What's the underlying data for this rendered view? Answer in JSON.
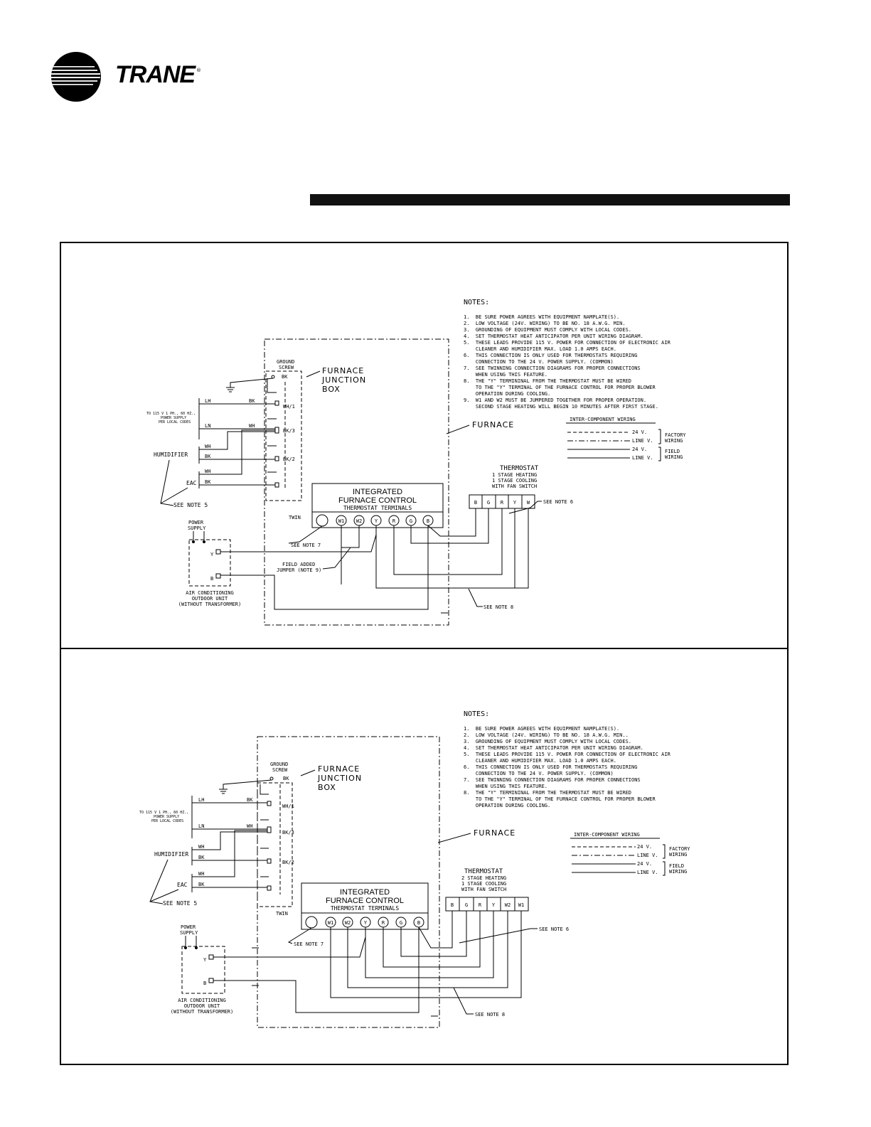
{
  "brand": {
    "name": "TRANE",
    "registered": "®"
  },
  "notes_title": "NOTES:",
  "diagram1": {
    "notes": [
      "1.  BE SURE POWER AGREES WITH EQUIPMENT NAMPLATE(S).",
      "2.  LOW VOLTAGE (24V. WIRING) TO BE NO. 18 A.W.G. MIN.",
      "3.  GROUNDING OF EQUIPMENT MUST COMPLY WITH LOCAL CODES.",
      "4.  SET THERMOSTAT HEAT ANTICIPATOR PER UNIT WIRING DIAGRAM.",
      "5.  THESE LEADS PROVIDE 115 V. POWER FOR CONNECTION OF ELECTRONIC AIR",
      "    CLEANER AND HUMIDIFIER MAX. LOAD 1.0 AMPS EACH.",
      "6.  THIS CONNECTION IS ONLY USED FOR THERMOSTATS REQUIRING",
      "    CONNECTION TO THE 24 V. POWER SUPPLY. (COMMON)",
      "7.  SEE TWINNING CONNECTION DIAGRAMS FOR PROPER CONNECTIONS",
      "    WHEN USING THIS FEATURE.",
      "8.  THE \"Y\" TERMININAL FROM THE THERMOSTAT MUST BE WIRED",
      "    TO THE \"Y\" TERMINAL OF THE FURNACE CONTROL FOR PROPER BLOWER",
      "    OPERATION DURING COOLING.",
      "9.  W1 AND W2 MUST BE JUMPERED TOGETHER FOR PROPER OPERATION.",
      "    SECOND STAGE HEATING WILL BEGIN 10 MINUTES AFTER FIRST STAGE."
    ],
    "thermostat": [
      "THERMOSTAT",
      "1 STAGE HEATING",
      "1 STAGE COOLING",
      "WITH FAN SWITCH"
    ],
    "thermostat_terminals": [
      "B",
      "G",
      "R",
      "Y",
      "W"
    ],
    "field_jumper": [
      "FIELD ADDED",
      "JUMPER (NOTE 9)"
    ]
  },
  "diagram2": {
    "notes": [
      "1.  BE SURE POWER AGREES WITH EQUIPMENT NAMPLATE(S).",
      "2.  LOW VOLTAGE (24V. WIRING) TO BE NO. 18 A.W.G. MIN..",
      "3.  GROUNDING OF EQUIPMENT MUST COMPLY WITH LOCAL CODES.",
      "4.  SET THERMOSTAT HEAT ANTICIPATOR PER UNIT WIRING DIAGRAM.",
      "5.  THESE LEADS PROVIDE 115 V. POWER FOR CONNECTION OF ELECTRONIC AIR",
      "    CLEANER AND HUMIDIFIER MAX. LOAD 1.0 AMPS EACH.",
      "6.  THIS CONNECTION IS ONLY USED FOR THERMOSTATS REQUIRING",
      "    CONNECTION TO THE 24 V. POWER SUPPLY. (COMMON)",
      "7.  SEE TWINNING CONNECTION DIAGRAMS FOR PROPER CONNECTIONS",
      "    WHEN USING THIS FEATURE.",
      "8.  THE \"Y\" TERMININAL FROM THE THERMOSTAT MUST BE WIRED",
      "    TO THE \"Y\" TERMINAL OF THE FURNACE CONTROL FOR PROPER BLOWER",
      "    OPERATION DURING COOLING."
    ],
    "thermostat": [
      "THERMOSTAT",
      "2 STAGE HEATING",
      "1 STAGE COOLING",
      "WITH FAN SWITCH"
    ],
    "thermostat_terminals": [
      "B",
      "G",
      "R",
      "Y",
      "W2",
      "W1"
    ]
  },
  "common": {
    "ground_screw": [
      "GROUND",
      "SCREW"
    ],
    "junction_box": [
      "FURNACE",
      "JUNCTION",
      "BOX"
    ],
    "furnace": "FURNACE",
    "power_line": [
      "TO 115 V 1 PH., 60 HZ.,",
      "POWER SUPPLY",
      "PER LOCAL CODES"
    ],
    "humidifier": "HUMIDIFIER",
    "eac": "EAC",
    "see_note_5": "SEE NOTE 5",
    "see_note_6": "SEE NOTE 6",
    "see_note_7": "SEE NOTE 7",
    "see_note_8": "SEE NOTE 8",
    "twin": "TWIN",
    "ifc": [
      "INTEGRATED",
      "FURNACE CONTROL",
      "THERMOSTAT TERMINALS"
    ],
    "ifc_terminals": [
      "W1",
      "W2",
      "Y",
      "R",
      "G",
      "B"
    ],
    "power_supply": [
      "POWER",
      "SUPPLY"
    ],
    "ac_unit": [
      "AIR CONDITIONING",
      "OUTDOOR UNIT",
      "(WITHOUT TRANSFORMER)"
    ],
    "outdoor_terminals": [
      "Y",
      "B"
    ],
    "wire_labels": {
      "lh": "LH",
      "ln": "LN",
      "bk": "BK",
      "wh": "WH",
      "wh1": "WH/1",
      "bk3": "BK/3",
      "bk2": "BK/2"
    },
    "legend": {
      "title": "INTER-COMPONENT WIRING",
      "rows": [
        "24 V.",
        "LINE V.",
        "24 V.",
        "LINE V."
      ],
      "factory": [
        "FACTORY",
        "WIRING"
      ],
      "field": [
        "FIELD",
        "WIRING"
      ]
    }
  }
}
